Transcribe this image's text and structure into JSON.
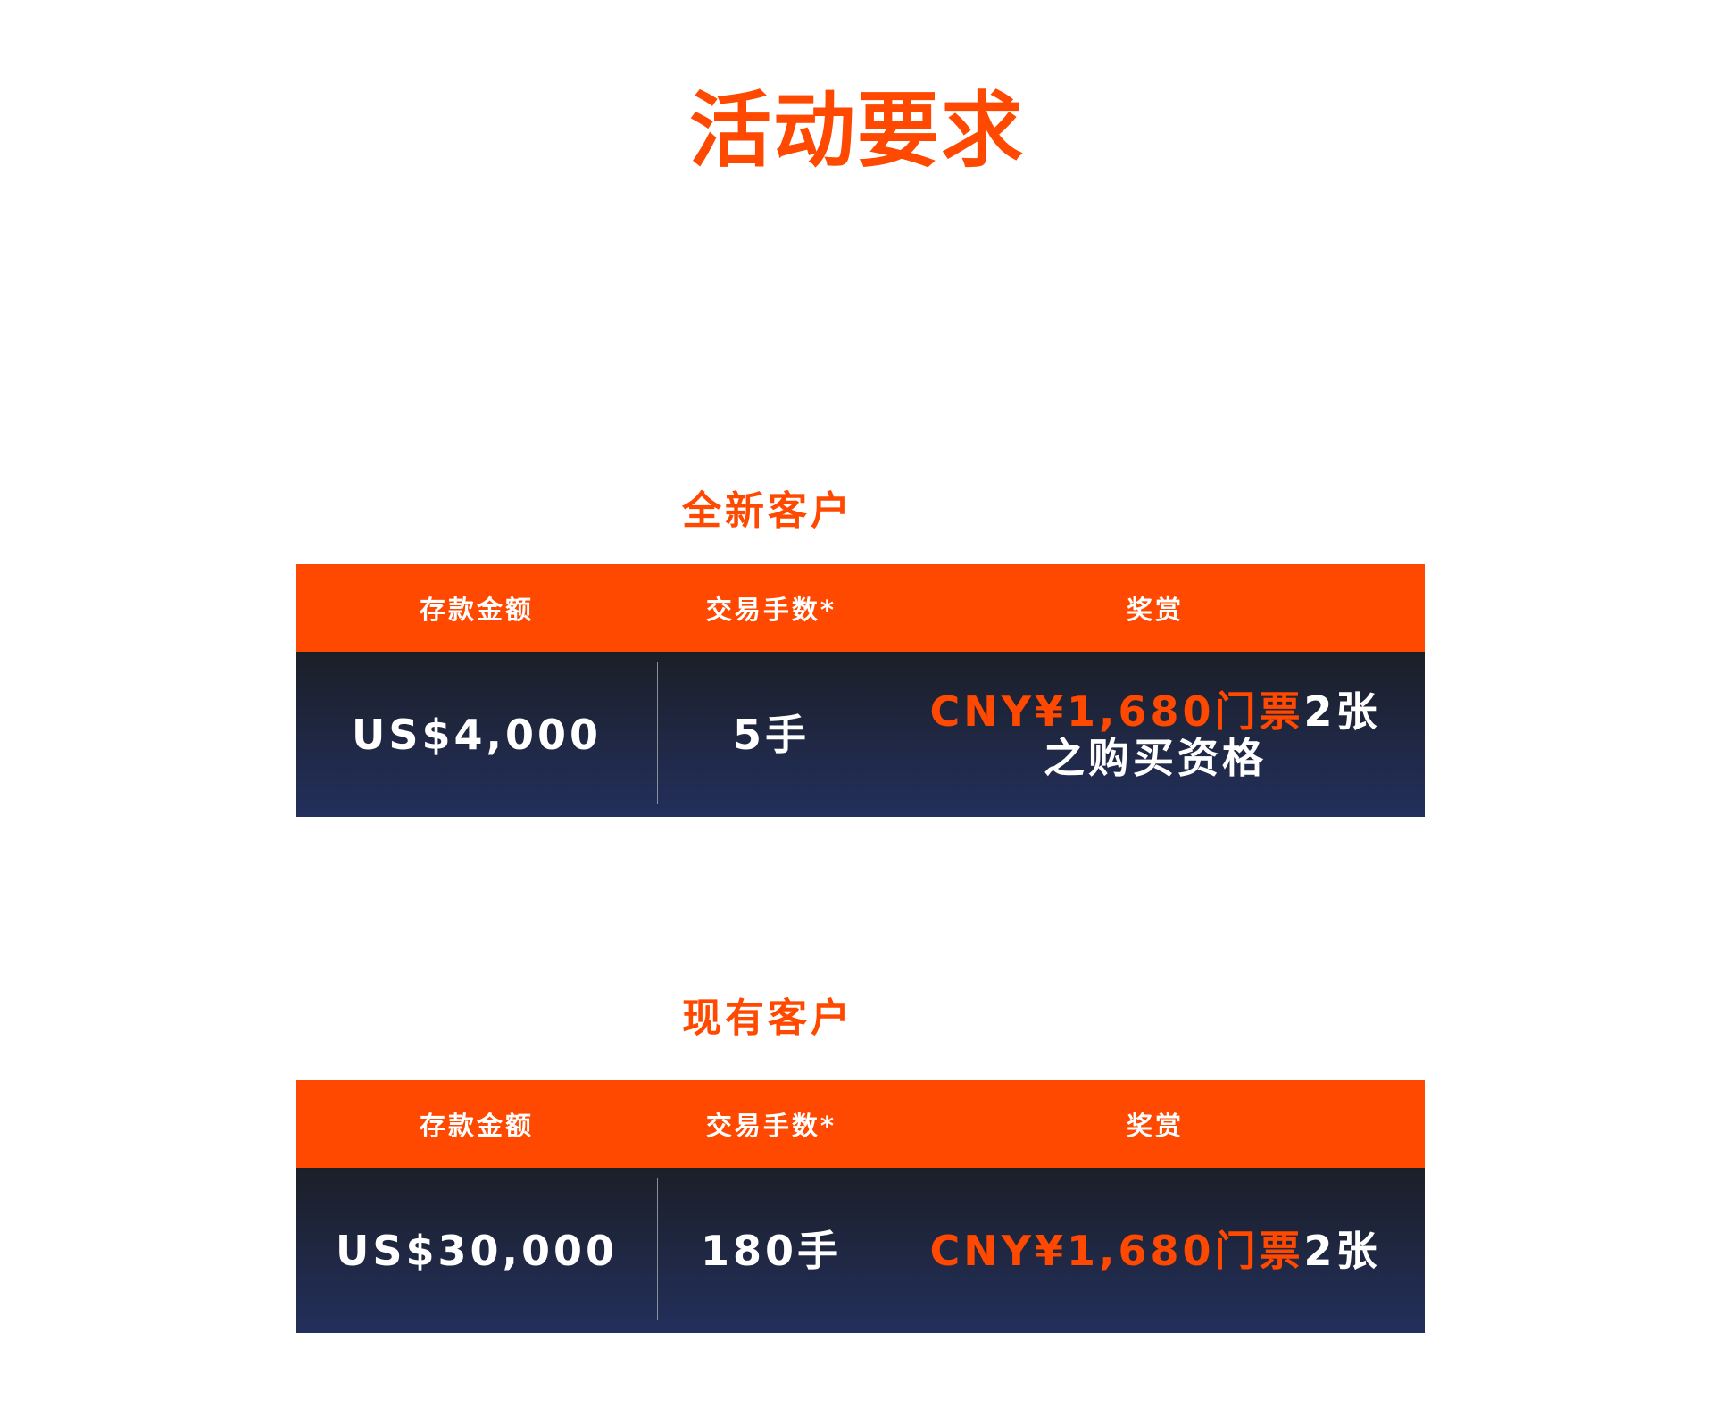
{
  "title": "活动要求",
  "columns": [
    "存款金额",
    "交易手数*",
    "奖赏"
  ],
  "sections": [
    {
      "heading": "全新客户",
      "deposit": "US$4,000",
      "lots": "5手",
      "reward_highlight": "CNY¥1,680门票",
      "reward_suffix": "2张",
      "reward_line2": "之购买资格"
    },
    {
      "heading": "现有客户",
      "deposit": "US$30,000",
      "lots": "180手",
      "reward_highlight": "CNY¥1,680门票",
      "reward_suffix": "2张"
    }
  ],
  "colors": {
    "accent": "#ff4800",
    "dark_top": "#1b1f27",
    "dark_bottom": "#232f5c"
  }
}
